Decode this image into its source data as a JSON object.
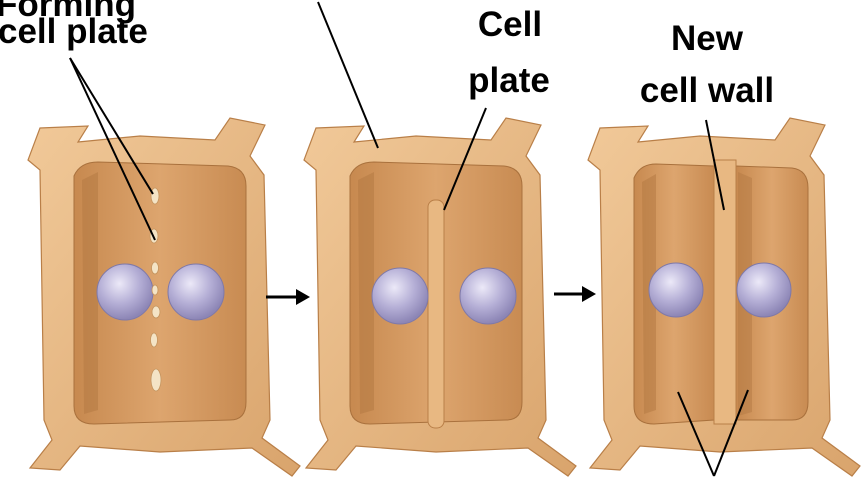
{
  "labels": {
    "forming_top": "Forming",
    "forming_bottom": "cell plate",
    "cell_plate_line1": "Cell",
    "cell_plate_line2": "plate",
    "new_wall_line1": "New",
    "new_wall_line2": "cell wall"
  },
  "colors": {
    "wall": "#E8B882",
    "wall_dark": "#C98F55",
    "interior": "#D9A06A",
    "interior_shadow": "#B87C45",
    "nucleus": "#A9A3CC",
    "nucleus_highlight": "#E6E2F5",
    "vesicle": "#F4E4C6"
  }
}
